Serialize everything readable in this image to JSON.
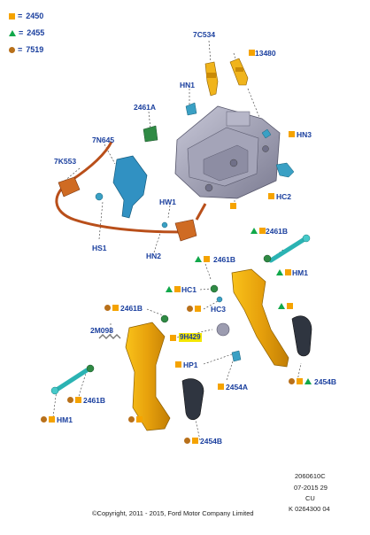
{
  "legend": [
    {
      "symbol": "square",
      "color": "#f5a300",
      "code": "2450"
    },
    {
      "symbol": "triangle",
      "color": "#11a84a",
      "code": "2455"
    },
    {
      "symbol": "circle",
      "color": "#b8701a",
      "code": "7519"
    }
  ],
  "legend_eq": "=",
  "parts": {
    "p7C534": "7C534",
    "p13480": "13480",
    "hn1": "HN1",
    "p2461a": "2461A",
    "hn3": "HN3",
    "p7n645": "7N645",
    "p7k553": "7K553",
    "hc2": "HC2",
    "hw1": "HW1",
    "hs1": "HS1",
    "hn2": "HN2",
    "p2461b_top": "2461B",
    "hm1_right": "HM1",
    "p2461b_mid": "2461B",
    "hc1": "HC1",
    "hc3": "HC3",
    "p2461b_left": "2461B",
    "p2m098": "2M098",
    "highlight": "9H429",
    "hp1": "HP1",
    "p2454a": "2454A",
    "p2454b_right": "2454B",
    "p2461b_bottom": "2461B",
    "hm1_left": "HM1",
    "p2454b_bottom": "2454B"
  },
  "footer": {
    "ref": "2060610C",
    "date": "07-2015 29",
    "region": "CU",
    "catalog": "K 0264300 04",
    "copyright": "©Copyright, 2011 - 2015, Ford Motor Company Limited"
  }
}
